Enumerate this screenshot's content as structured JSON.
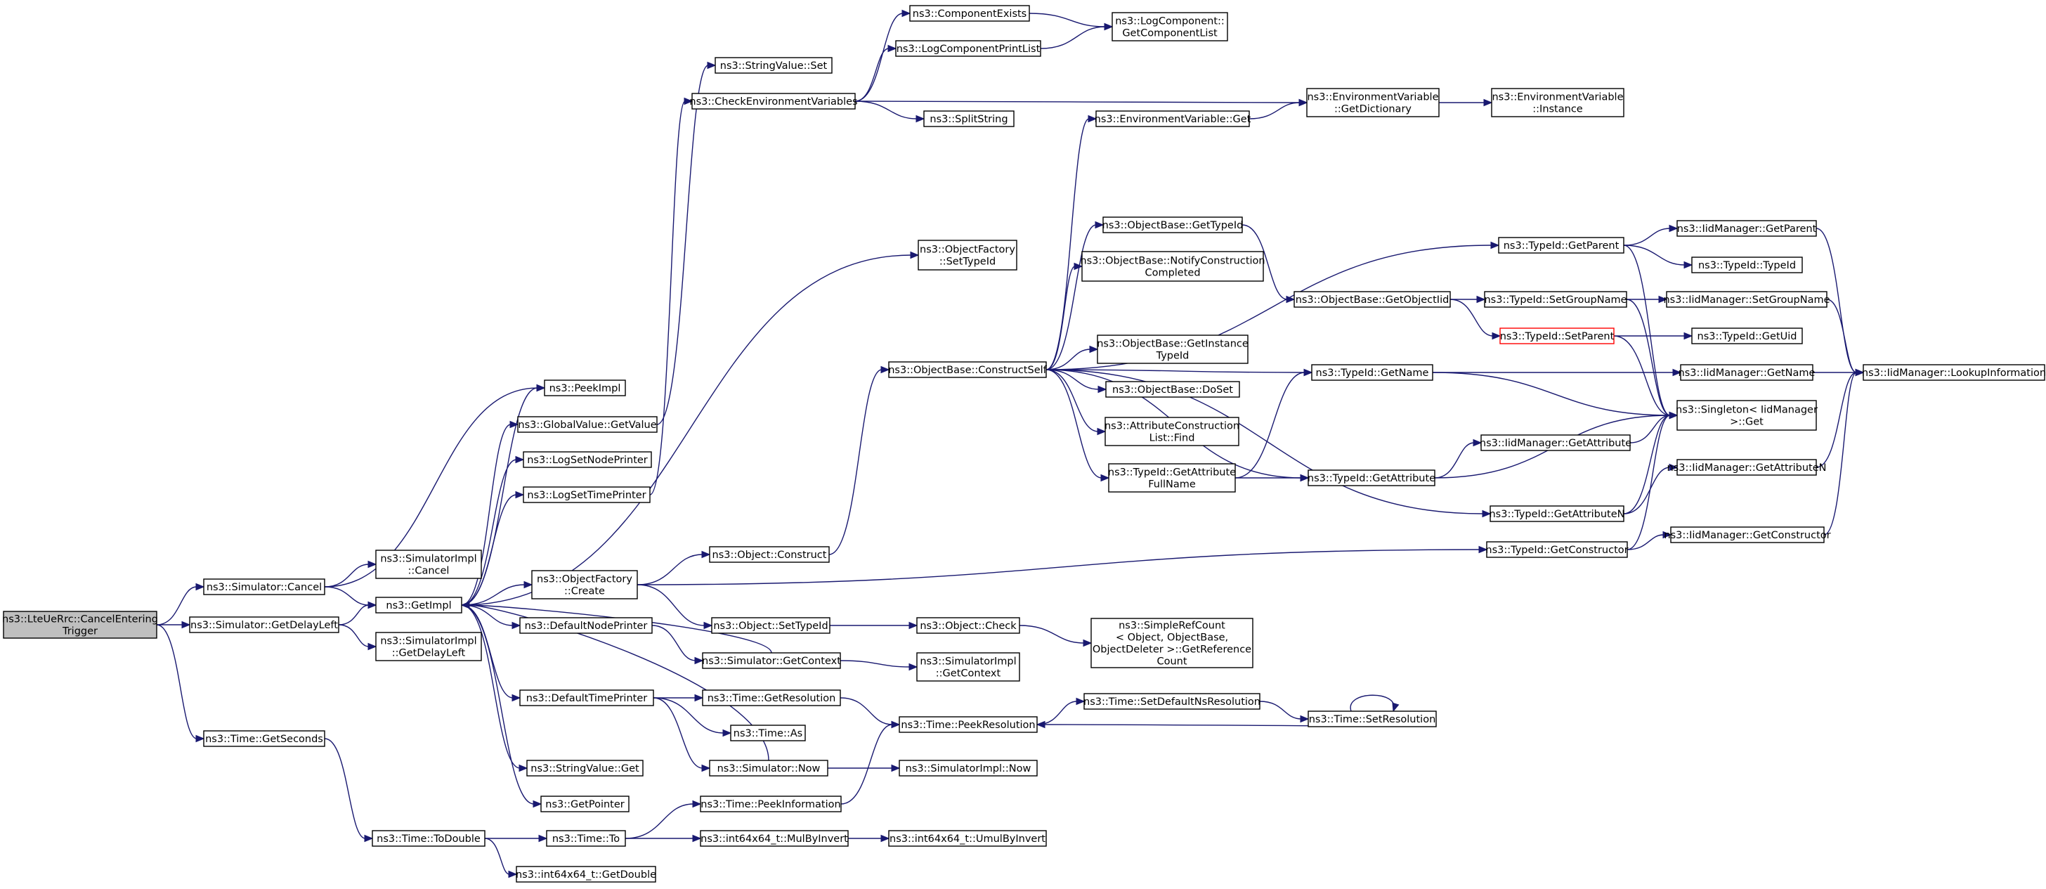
{
  "diagram": {
    "kind": "call-graph",
    "colors": {
      "edge": "#191970",
      "node_border": "#000000",
      "node_fill": "#ffffff",
      "root_fill": "#bfbfbf",
      "highlight_border": "#ff0000"
    },
    "nodes": [
      {
        "id": "root",
        "lines": [
          "ns3::LteUeRrc::CancelEntering",
          "Trigger"
        ],
        "style": "root"
      },
      {
        "id": "sim_cancel",
        "lines": [
          "ns3::Simulator::Cancel"
        ]
      },
      {
        "id": "sim_getdelayleft",
        "lines": [
          "ns3::Simulator::GetDelayLeft"
        ]
      },
      {
        "id": "time_getseconds",
        "lines": [
          "ns3::Time::GetSeconds"
        ]
      },
      {
        "id": "simimpl_cancel",
        "lines": [
          "ns3::SimulatorImpl",
          "::Cancel"
        ]
      },
      {
        "id": "getimpl",
        "lines": [
          "ns3::GetImpl"
        ]
      },
      {
        "id": "simimpl_getdelayleft",
        "lines": [
          "ns3::SimulatorImpl",
          "::GetDelayLeft"
        ]
      },
      {
        "id": "time_todouble",
        "lines": [
          "ns3::Time::ToDouble"
        ]
      },
      {
        "id": "peekimpl",
        "lines": [
          "ns3::PeekImpl"
        ]
      },
      {
        "id": "globalvalue_getvalue",
        "lines": [
          "ns3::GlobalValue::GetValue"
        ]
      },
      {
        "id": "logsetnodeprinter",
        "lines": [
          "ns3::LogSetNodePrinter"
        ]
      },
      {
        "id": "logsettimeprinter",
        "lines": [
          "ns3::LogSetTimePrinter"
        ]
      },
      {
        "id": "objectfactory_create",
        "lines": [
          "ns3::ObjectFactory",
          "::Create"
        ]
      },
      {
        "id": "defaultnodeprinter",
        "lines": [
          "ns3::DefaultNodePrinter"
        ]
      },
      {
        "id": "defaulttimeprinter",
        "lines": [
          "ns3::DefaultTimePrinter"
        ]
      },
      {
        "id": "stringvalue_get",
        "lines": [
          "ns3::StringValue::Get"
        ]
      },
      {
        "id": "getpointer",
        "lines": [
          "ns3::GetPointer"
        ]
      },
      {
        "id": "time_to",
        "lines": [
          "ns3::Time::To"
        ]
      },
      {
        "id": "int64_getdouble",
        "lines": [
          "ns3::int64x64_t::GetDouble"
        ]
      },
      {
        "id": "stringvalue_set",
        "lines": [
          "ns3::StringValue::Set"
        ]
      },
      {
        "id": "checkenv",
        "lines": [
          "ns3::CheckEnvironmentVariables"
        ]
      },
      {
        "id": "object_construct",
        "lines": [
          "ns3::Object::Construct"
        ]
      },
      {
        "id": "object_settypeid",
        "lines": [
          "ns3::Object::SetTypeId"
        ]
      },
      {
        "id": "sim_getcontext",
        "lines": [
          "ns3::Simulator::GetContext"
        ]
      },
      {
        "id": "time_getresolution",
        "lines": [
          "ns3::Time::GetResolution"
        ]
      },
      {
        "id": "time_as",
        "lines": [
          "ns3::Time::As"
        ]
      },
      {
        "id": "sim_now",
        "lines": [
          "ns3::Simulator::Now"
        ]
      },
      {
        "id": "time_peekinformation",
        "lines": [
          "ns3::Time::PeekInformation"
        ]
      },
      {
        "id": "int64_mulbyinvert",
        "lines": [
          "ns3::int64x64_t::MulByInvert"
        ]
      },
      {
        "id": "componentexists",
        "lines": [
          "ns3::ComponentExists"
        ]
      },
      {
        "id": "logcomponentprintlist",
        "lines": [
          "ns3::LogComponentPrintList"
        ]
      },
      {
        "id": "splitstring",
        "lines": [
          "ns3::SplitString"
        ]
      },
      {
        "id": "objectfactory_settypeid",
        "lines": [
          "ns3::ObjectFactory",
          "::SetTypeId"
        ]
      },
      {
        "id": "objectbase_constructself",
        "lines": [
          "ns3::ObjectBase::ConstructSelf"
        ]
      },
      {
        "id": "object_check",
        "lines": [
          "ns3::Object::Check"
        ]
      },
      {
        "id": "simimpl_getcontext",
        "lines": [
          "ns3::SimulatorImpl",
          "::GetContext"
        ]
      },
      {
        "id": "time_peekresolution",
        "lines": [
          "ns3::Time::PeekResolution"
        ]
      },
      {
        "id": "simimpl_now",
        "lines": [
          "ns3::SimulatorImpl::Now"
        ]
      },
      {
        "id": "int64_umulbyinvert",
        "lines": [
          "ns3::int64x64_t::UmulByInvert"
        ]
      },
      {
        "id": "logcomponent_getlist",
        "lines": [
          "ns3::LogComponent::",
          "GetComponentList"
        ]
      },
      {
        "id": "envvar_get",
        "lines": [
          "ns3::EnvironmentVariable::Get"
        ]
      },
      {
        "id": "objectbase_gettypeid",
        "lines": [
          "ns3::ObjectBase::GetTypeId"
        ]
      },
      {
        "id": "objectbase_notify",
        "lines": [
          "ns3::ObjectBase::NotifyConstruction",
          "Completed"
        ]
      },
      {
        "id": "objectbase_getinstancetypeid",
        "lines": [
          "ns3::ObjectBase::GetInstance",
          "TypeId"
        ]
      },
      {
        "id": "objectbase_doset",
        "lines": [
          "ns3::ObjectBase::DoSet"
        ]
      },
      {
        "id": "attrconstructionlist_find",
        "lines": [
          "ns3::AttributeConstruction",
          "List::Find"
        ]
      },
      {
        "id": "typeid_getattributefullname",
        "lines": [
          "ns3::TypeId::GetAttribute",
          "FullName"
        ]
      },
      {
        "id": "simplerefcount_getrefcount",
        "lines": [
          "ns3::SimpleRefCount",
          "< Object, ObjectBase,",
          " ObjectDeleter >::GetReference",
          "Count"
        ]
      },
      {
        "id": "time_setdefaultnsresolution",
        "lines": [
          "ns3::Time::SetDefaultNsResolution"
        ]
      },
      {
        "id": "envvar_getdictionary",
        "lines": [
          "ns3::EnvironmentVariable",
          "::GetDictionary"
        ]
      },
      {
        "id": "objectbase_getobjectiid",
        "lines": [
          "ns3::ObjectBase::GetObjectIid"
        ]
      },
      {
        "id": "typeid_getname",
        "lines": [
          "ns3::TypeId::GetName"
        ]
      },
      {
        "id": "typeid_getattribute",
        "lines": [
          "ns3::TypeId::GetAttribute"
        ]
      },
      {
        "id": "time_setresolution",
        "lines": [
          "ns3::Time::SetResolution"
        ]
      },
      {
        "id": "envvar_instance",
        "lines": [
          "ns3::EnvironmentVariable",
          "::Instance"
        ]
      },
      {
        "id": "typeid_getparent",
        "lines": [
          "ns3::TypeId::GetParent"
        ]
      },
      {
        "id": "typeid_setgroupname",
        "lines": [
          "ns3::TypeId::SetGroupName"
        ]
      },
      {
        "id": "typeid_setparent",
        "lines": [
          "ns3::TypeId::SetParent"
        ],
        "style": "alert"
      },
      {
        "id": "iidmanager_getattribute",
        "lines": [
          "ns3::IidManager::GetAttribute"
        ]
      },
      {
        "id": "typeid_getattributen",
        "lines": [
          "ns3::TypeId::GetAttributeN"
        ]
      },
      {
        "id": "typeid_getconstructor",
        "lines": [
          "ns3::TypeId::GetConstructor"
        ]
      },
      {
        "id": "iidmanager_getparent",
        "lines": [
          "ns3::IidManager::GetParent"
        ]
      },
      {
        "id": "typeid_typeid",
        "lines": [
          "ns3::TypeId::TypeId"
        ]
      },
      {
        "id": "iidmanager_setgroupname",
        "lines": [
          "ns3::IidManager::SetGroupName"
        ]
      },
      {
        "id": "typeid_getuid",
        "lines": [
          "ns3::TypeId::GetUid"
        ]
      },
      {
        "id": "iidmanager_getname",
        "lines": [
          "ns3::IidManager::GetName"
        ]
      },
      {
        "id": "singleton_get",
        "lines": [
          "ns3::Singleton< IidManager",
          " >::Get"
        ]
      },
      {
        "id": "iidmanager_getattributen",
        "lines": [
          "ns3::IidManager::GetAttributeN"
        ]
      },
      {
        "id": "iidmanager_getconstructor",
        "lines": [
          "ns3::IidManager::GetConstructor"
        ]
      },
      {
        "id": "iidmanager_lookupinformation",
        "lines": [
          "ns3::IidManager::LookupInformation"
        ]
      }
    ],
    "edges": [
      [
        "root",
        "sim_cancel"
      ],
      [
        "root",
        "sim_getdelayleft"
      ],
      [
        "root",
        "time_getseconds"
      ],
      [
        "sim_cancel",
        "peekimpl"
      ],
      [
        "sim_cancel",
        "simimpl_cancel"
      ],
      [
        "sim_cancel",
        "getimpl"
      ],
      [
        "sim_getdelayleft",
        "getimpl"
      ],
      [
        "sim_getdelayleft",
        "simimpl_getdelayleft"
      ],
      [
        "time_getseconds",
        "time_todouble"
      ],
      [
        "time_todouble",
        "time_to"
      ],
      [
        "time_todouble",
        "int64_getdouble"
      ],
      [
        "getimpl",
        "peekimpl"
      ],
      [
        "getimpl",
        "globalvalue_getvalue"
      ],
      [
        "getimpl",
        "logsetnodeprinter"
      ],
      [
        "getimpl",
        "logsettimeprinter"
      ],
      [
        "getimpl",
        "objectfactory_create"
      ],
      [
        "getimpl",
        "defaultnodeprinter"
      ],
      [
        "getimpl",
        "defaulttimeprinter"
      ],
      [
        "getimpl",
        "stringvalue_get"
      ],
      [
        "getimpl",
        "getpointer"
      ],
      [
        "getimpl",
        "objectfactory_settypeid"
      ],
      [
        "globalvalue_getvalue",
        "stringvalue_set"
      ],
      [
        "logsettimeprinter",
        "checkenv"
      ],
      [
        "objectfactory_create",
        "object_construct"
      ],
      [
        "objectfactory_create",
        "object_settypeid"
      ],
      [
        "objectfactory_create",
        "typeid_getconstructor"
      ],
      [
        "defaultnodeprinter",
        "sim_getcontext"
      ],
      [
        "defaulttimeprinter",
        "time_getresolution"
      ],
      [
        "defaulttimeprinter",
        "time_as"
      ],
      [
        "defaulttimeprinter",
        "sim_now"
      ],
      [
        "sim_getcontext",
        "getimpl"
      ],
      [
        "sim_getcontext",
        "simimpl_getcontext"
      ],
      [
        "sim_now",
        "getimpl"
      ],
      [
        "sim_now",
        "simimpl_now"
      ],
      [
        "time_to",
        "time_peekinformation"
      ],
      [
        "time_to",
        "int64_mulbyinvert"
      ],
      [
        "checkenv",
        "componentexists"
      ],
      [
        "checkenv",
        "logcomponentprintlist"
      ],
      [
        "checkenv",
        "splitstring"
      ],
      [
        "checkenv",
        "envvar_getdictionary"
      ],
      [
        "componentexists",
        "logcomponent_getlist"
      ],
      [
        "logcomponentprintlist",
        "logcomponent_getlist"
      ],
      [
        "object_construct",
        "objectbase_constructself"
      ],
      [
        "object_settypeid",
        "object_check"
      ],
      [
        "object_check",
        "simplerefcount_getrefcount"
      ],
      [
        "time_getresolution",
        "time_peekresolution"
      ],
      [
        "time_peekinformation",
        "time_peekresolution"
      ],
      [
        "time_peekresolution",
        "time_setdefaultnsresolution"
      ],
      [
        "time_setdefaultnsresolution",
        "time_setresolution"
      ],
      [
        "time_setresolution",
        "time_peekresolution"
      ],
      [
        "time_setresolution",
        "time_setresolution"
      ],
      [
        "int64_mulbyinvert",
        "int64_umulbyinvert"
      ],
      [
        "objectbase_constructself",
        "envvar_get"
      ],
      [
        "objectbase_constructself",
        "objectbase_gettypeid"
      ],
      [
        "objectbase_constructself",
        "objectbase_notify"
      ],
      [
        "objectbase_constructself",
        "objectbase_getinstancetypeid"
      ],
      [
        "objectbase_constructself",
        "objectbase_doset"
      ],
      [
        "objectbase_constructself",
        "attrconstructionlist_find"
      ],
      [
        "objectbase_constructself",
        "typeid_getattributefullname"
      ],
      [
        "objectbase_constructself",
        "typeid_getname"
      ],
      [
        "objectbase_constructself",
        "typeid_getattribute"
      ],
      [
        "objectbase_constructself",
        "typeid_getattributen"
      ],
      [
        "objectbase_constructself",
        "typeid_getparent"
      ],
      [
        "envvar_get",
        "envvar_getdictionary"
      ],
      [
        "envvar_getdictionary",
        "envvar_instance"
      ],
      [
        "objectbase_gettypeid",
        "objectbase_getobjectiid"
      ],
      [
        "objectbase_getobjectiid",
        "typeid_setgroupname"
      ],
      [
        "objectbase_getobjectiid",
        "typeid_setparent"
      ],
      [
        "typeid_getattributefullname",
        "typeid_getname"
      ],
      [
        "typeid_getattributefullname",
        "typeid_getattribute"
      ],
      [
        "typeid_getname",
        "iidmanager_getname"
      ],
      [
        "typeid_getname",
        "singleton_get"
      ],
      [
        "typeid_getattribute",
        "iidmanager_getattribute"
      ],
      [
        "typeid_getattribute",
        "singleton_get"
      ],
      [
        "typeid_getparent",
        "iidmanager_getparent"
      ],
      [
        "typeid_getparent",
        "typeid_typeid"
      ],
      [
        "typeid_getparent",
        "singleton_get"
      ],
      [
        "typeid_setgroupname",
        "iidmanager_setgroupname"
      ],
      [
        "typeid_setgroupname",
        "singleton_get"
      ],
      [
        "typeid_setparent",
        "typeid_getuid"
      ],
      [
        "typeid_setparent",
        "singleton_get"
      ],
      [
        "typeid_getattributen",
        "iidmanager_getattributen"
      ],
      [
        "typeid_getattributen",
        "singleton_get"
      ],
      [
        "typeid_getconstructor",
        "iidmanager_getconstructor"
      ],
      [
        "typeid_getconstructor",
        "singleton_get"
      ],
      [
        "iidmanager_getparent",
        "iidmanager_lookupinformation"
      ],
      [
        "iidmanager_setgroupname",
        "iidmanager_lookupinformation"
      ],
      [
        "iidmanager_getname",
        "iidmanager_lookupinformation"
      ],
      [
        "iidmanager_getattributen",
        "iidmanager_lookupinformation"
      ],
      [
        "iidmanager_getconstructor",
        "iidmanager_lookupinformation"
      ],
      [
        "iidmanager_getattribute",
        "singleton_get"
      ]
    ]
  }
}
